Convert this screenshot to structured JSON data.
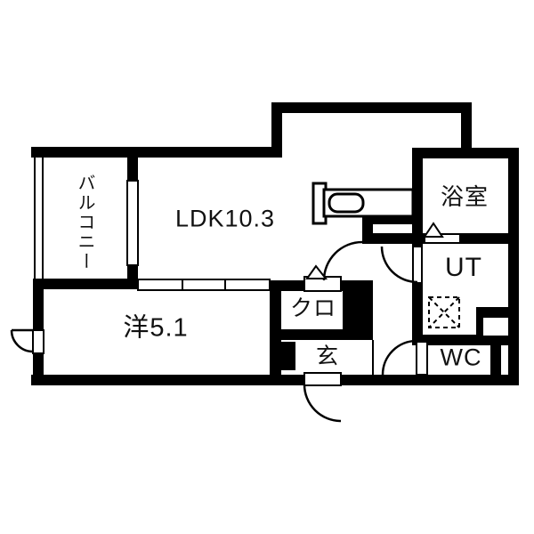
{
  "title": "apartment-floor-plan",
  "colors": {
    "wall": "#000000",
    "floor": "#ffffff",
    "background": "#ffffff",
    "text": "#111111"
  },
  "rooms": {
    "balcony": {
      "label": "バルコニー"
    },
    "ldk": {
      "label": "LDK10.3"
    },
    "bathroom": {
      "label": "浴室"
    },
    "utility": {
      "label": "UT"
    },
    "closet": {
      "label": "クロ"
    },
    "western_room": {
      "label": "洋5.1"
    },
    "entrance": {
      "label": "玄"
    },
    "toilet": {
      "label": "WC"
    }
  },
  "fixtures": [
    {
      "name": "kitchen-counter-with-sink"
    },
    {
      "name": "washing-machine-space"
    },
    {
      "name": "entrance-step-line"
    }
  ],
  "door_marks": [
    {
      "name": "ldk-hall-door-arc"
    },
    {
      "name": "utility-door-arc"
    },
    {
      "name": "toilet-door-arc"
    },
    {
      "name": "entrance-door-arc"
    },
    {
      "name": "western-room-outdoor-door-arc"
    },
    {
      "name": "bathroom-folding-door-mark"
    },
    {
      "name": "closet-folding-door-mark"
    }
  ]
}
